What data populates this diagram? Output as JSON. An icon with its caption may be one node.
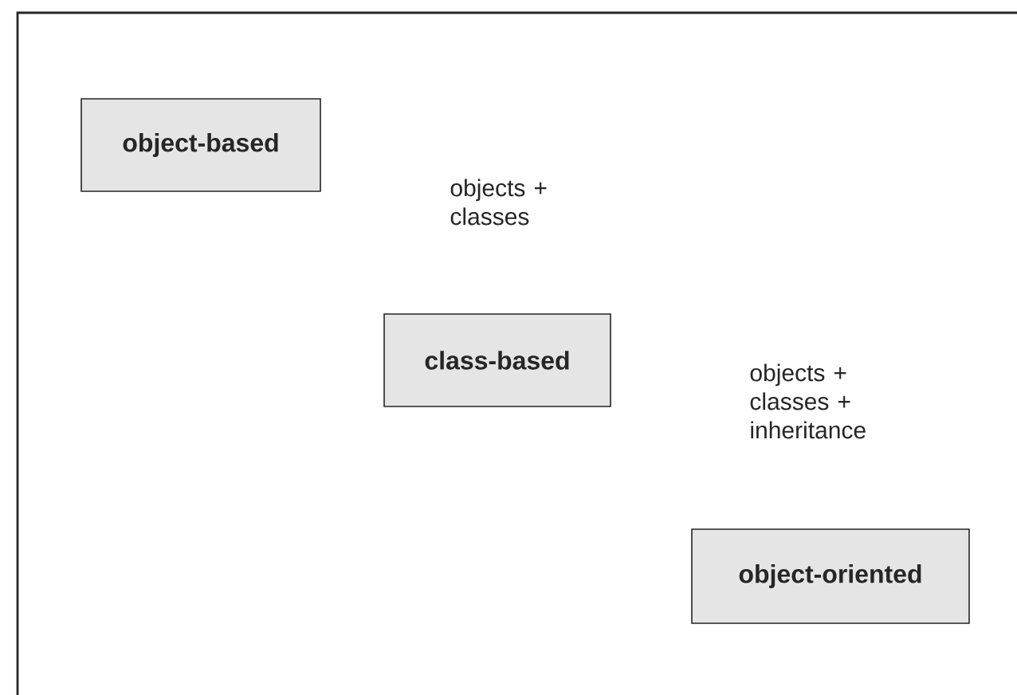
{
  "diagram": {
    "nodes": [
      {
        "text": [
          "object-based"
        ]
      },
      {
        "text": [
          "class-based"
        ]
      },
      {
        "text": [
          "object-oriented"
        ]
      }
    ],
    "labels": [
      "objects + classes",
      "objects + classes + inheritance"
    ]
  }
}
